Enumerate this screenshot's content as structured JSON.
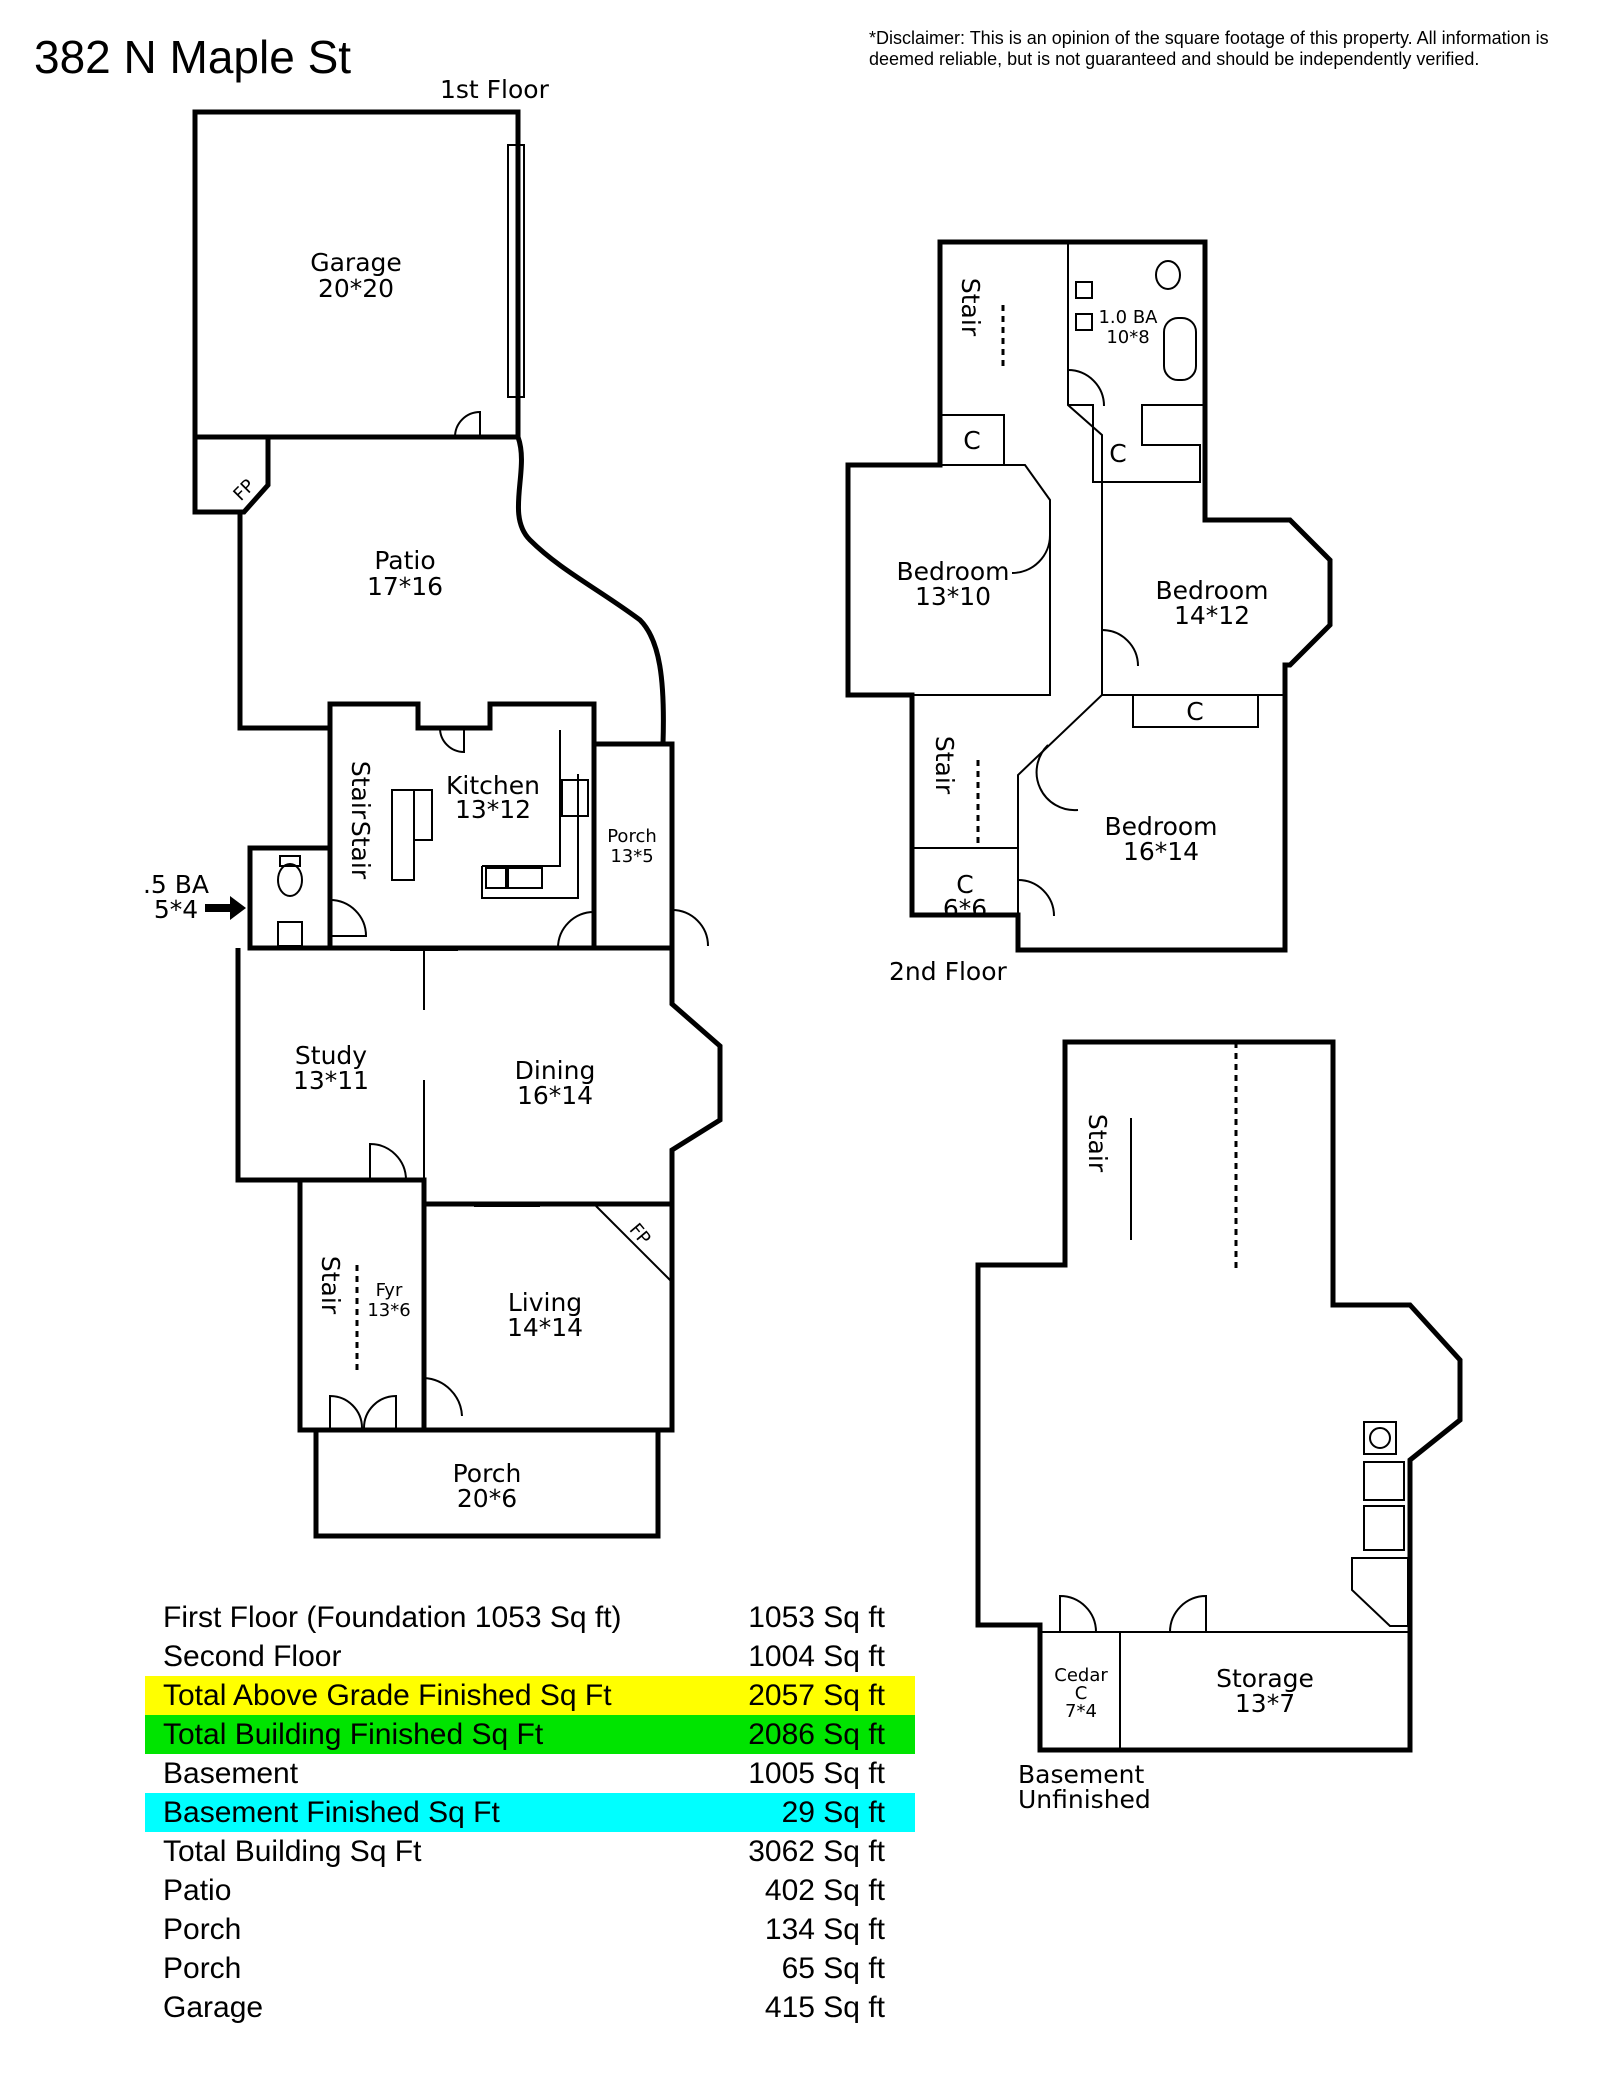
{
  "header": {
    "address": "382 N Maple St",
    "disclaimer": "*Disclaimer: This is an opinion of the square footage of this property. All information is deemed reliable, but is not guaranteed and should be independently verified."
  },
  "floors": {
    "first": {
      "label": "1st Floor",
      "rooms": {
        "garage": {
          "name": "Garage",
          "dims": "20*20"
        },
        "fp_patio": {
          "name": "FP"
        },
        "patio": {
          "name": "Patio",
          "dims": "17*16"
        },
        "kitchen": {
          "name": "Kitchen",
          "dims": "13*12"
        },
        "stair_a": {
          "name": "Stair"
        },
        "stair_b": {
          "name": "Stair"
        },
        "porch_side": {
          "name": "Porch",
          "dims": "13*5"
        },
        "half_bath": {
          "name": ".5 BA",
          "dims": "5*4"
        },
        "study": {
          "name": "Study",
          "dims": "13*11"
        },
        "dining": {
          "name": "Dining",
          "dims": "16*14"
        },
        "fp_living": {
          "name": "FP"
        },
        "stair_fyr": {
          "name": "Stair"
        },
        "foyer": {
          "name": "Fyr",
          "dims": "13*6"
        },
        "living": {
          "name": "Living",
          "dims": "14*14"
        },
        "porch_front": {
          "name": "Porch",
          "dims": "20*6"
        }
      }
    },
    "second": {
      "label": "2nd Floor",
      "rooms": {
        "stair_top": {
          "name": "Stair"
        },
        "bath": {
          "name": "1.0 BA",
          "dims": "10*8"
        },
        "closet_1": {
          "name": "C"
        },
        "closet_2": {
          "name": "C"
        },
        "bedroom_1": {
          "name": "Bedroom",
          "dims": "13*10"
        },
        "bedroom_2": {
          "name": "Bedroom",
          "dims": "14*12"
        },
        "closet_3": {
          "name": "C"
        },
        "stair_low": {
          "name": "Stair"
        },
        "bedroom_3": {
          "name": "Bedroom",
          "dims": "16*14"
        },
        "closet_4": {
          "name": "C",
          "dims": "6*6"
        }
      }
    },
    "basement": {
      "label_line1": "Basement",
      "label_line2": "Unfinished",
      "rooms": {
        "stair": {
          "name": "Stair"
        },
        "cedar": {
          "name": "Cedar",
          "sub": "C",
          "dims": "7*4"
        },
        "storage": {
          "name": "Storage",
          "dims": "13*7"
        }
      }
    }
  },
  "summary": [
    {
      "name": "First Floor (Foundation 1053 Sq ft)",
      "value": "1053 Sq ft",
      "highlight": ""
    },
    {
      "name": "Second Floor",
      "value": "1004 Sq ft",
      "highlight": ""
    },
    {
      "name": "Total Above Grade Finished Sq Ft",
      "value": "2057 Sq ft",
      "highlight": "#ffff00"
    },
    {
      "name": "Total Building Finished Sq Ft",
      "value": "2086 Sq ft",
      "highlight": "#00e400"
    },
    {
      "name": "Basement",
      "value": "1005 Sq ft",
      "highlight": ""
    },
    {
      "name": "Basement Finished Sq Ft",
      "value": "29 Sq ft",
      "highlight": "#00ffff"
    },
    {
      "name": "Total Building Sq Ft",
      "value": "3062 Sq ft",
      "highlight": ""
    },
    {
      "name": "Patio",
      "value": "402 Sq ft",
      "highlight": ""
    },
    {
      "name": "Porch",
      "value": "134 Sq ft",
      "highlight": ""
    },
    {
      "name": "Porch",
      "value": "65 Sq ft",
      "highlight": ""
    },
    {
      "name": "Garage",
      "value": "415 Sq ft",
      "highlight": ""
    }
  ]
}
